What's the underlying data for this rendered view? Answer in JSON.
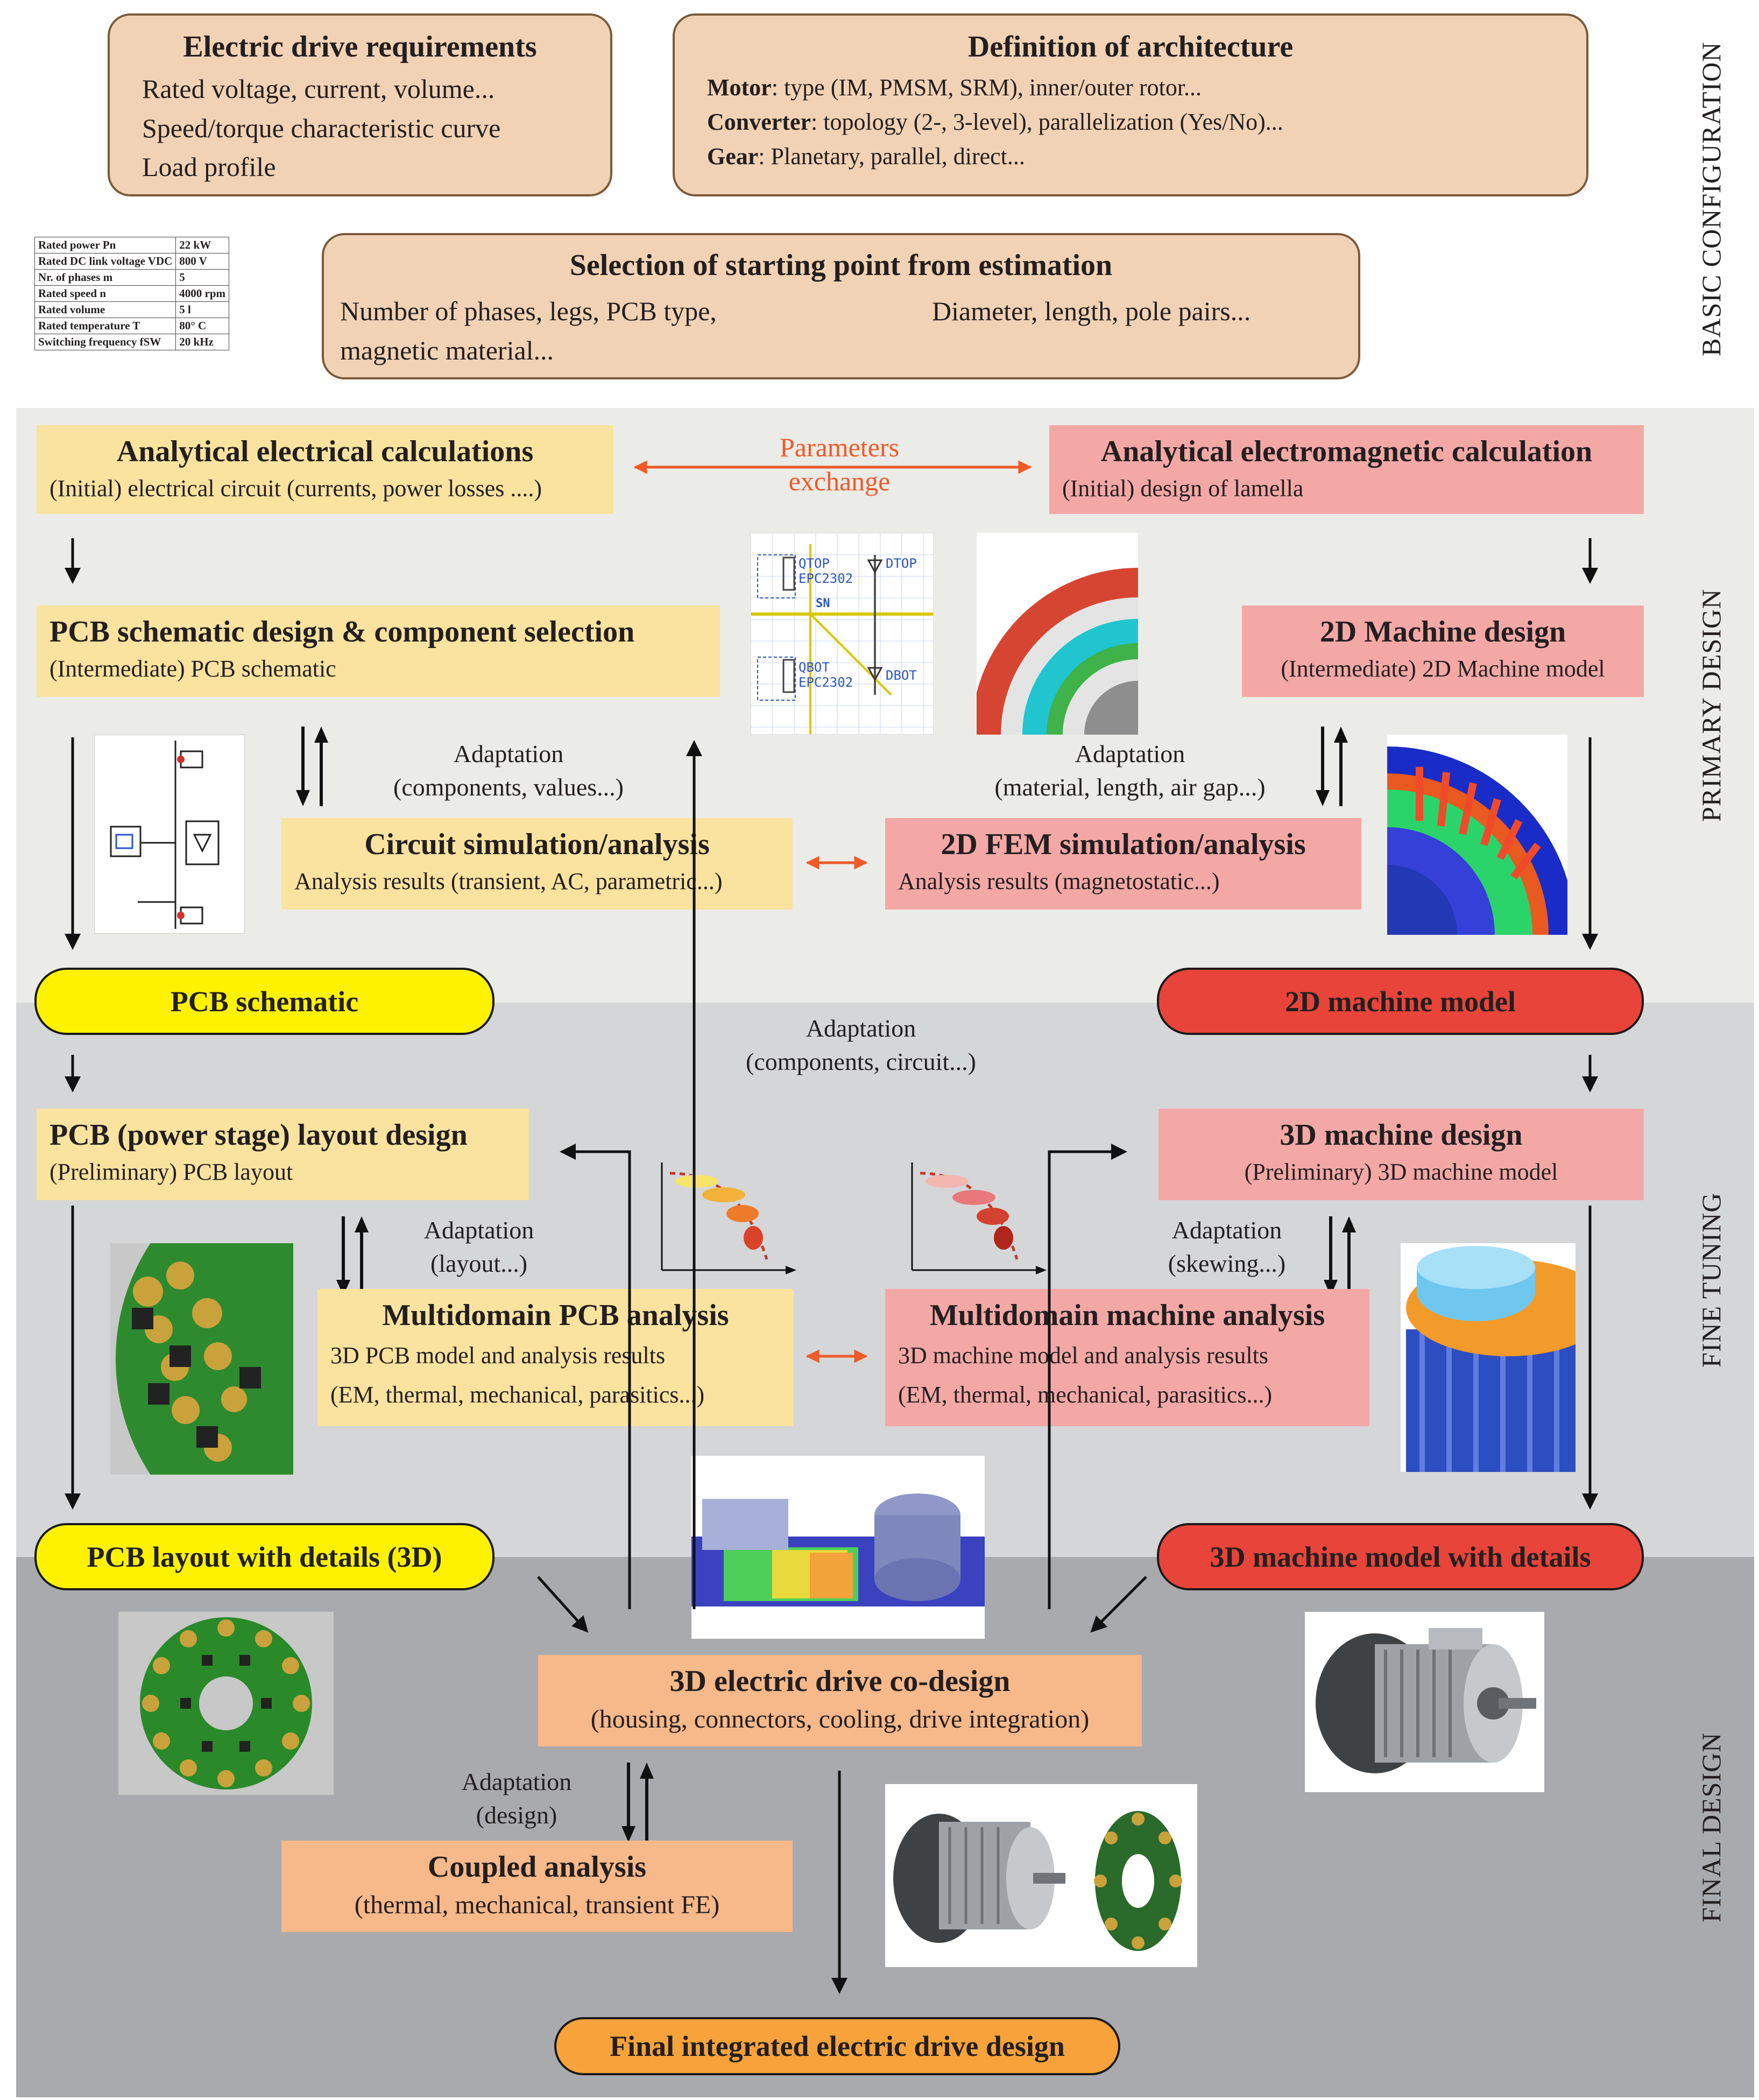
{
  "sections": {
    "basic": "BASIC CONFIGURATION",
    "primary": "PRIMARY DESIGN",
    "fine": "FINE TUNING",
    "final": "FINAL DESIGN"
  },
  "basic": {
    "requirements": {
      "title": "Electric drive requirements",
      "lines": [
        "Rated voltage, current, volume...",
        "Speed/torque characteristic curve",
        "Load profile"
      ]
    },
    "architecture": {
      "title": "Definition of architecture",
      "motor_label": "Motor",
      "motor_text": ": type (IM, PMSM, SRM), inner/outer rotor...",
      "converter_label": "Converter",
      "converter_text": ": topology (2-, 3-level), parallelization (Yes/No)...",
      "gear_label": "Gear",
      "gear_text": ": Planetary, parallel, direct..."
    },
    "starting_point": {
      "title": "Selection of starting point from estimation",
      "left1": "Number of phases, legs, PCB type,",
      "left2": "magnetic material...",
      "right1": "Diameter, length, pole pairs..."
    },
    "spec_table": [
      [
        "Rated power Pn",
        "22 kW"
      ],
      [
        "Rated DC link voltage VDC",
        "800 V"
      ],
      [
        "Nr. of phases m",
        "5"
      ],
      [
        "Rated speed n",
        "4000 rpm"
      ],
      [
        "Rated volume",
        "5 l"
      ],
      [
        "Rated temperature T",
        "80° C"
      ],
      [
        "Switching frequency fSW",
        "20 kHz"
      ]
    ]
  },
  "primary": {
    "elec_calc": {
      "title": "Analytical electrical calculations",
      "sub": "(Initial) electrical circuit (currents, power losses ....)"
    },
    "em_calc": {
      "title": "Analytical electromagnetic calculation",
      "sub": "(Initial) design of lamella"
    },
    "param_exchange": {
      "line1": "Parameters",
      "line2": "exchange"
    },
    "pcb_schematic_design": {
      "title": "PCB schematic design & component selection",
      "sub": "(Intermediate) PCB schematic"
    },
    "machine_2d_design": {
      "title": "2D Machine design",
      "sub": "(Intermediate) 2D Machine model"
    },
    "adapt_left": {
      "line1": "Adaptation",
      "line2": "(components, values...)"
    },
    "adapt_right": {
      "line1": "Adaptation",
      "line2": "(material, length, air gap...)"
    },
    "circuit_sim": {
      "title": "Circuit simulation/analysis",
      "sub": "Analysis results (transient, AC, parametric...)"
    },
    "fem_sim": {
      "title": "2D FEM simulation/analysis",
      "sub": "Analysis results (magnetostatic...)"
    },
    "pcb_schematic": "PCB schematic",
    "machine_2d_model": "2D machine model",
    "schematic_labels": {
      "qtop": "QTOP",
      "epc_top": "EPC2302",
      "dtop": "DTOP",
      "sn": "SN",
      "qbot": "QBOT",
      "epc_bot": "EPC2302",
      "dbot": "DBOT"
    }
  },
  "fine": {
    "adapt_center": {
      "line1": "Adaptation",
      "line2": "(components, circuit...)"
    },
    "pcb_layout_design": {
      "title": "PCB (power stage) layout design",
      "sub": "(Preliminary) PCB layout"
    },
    "machine_3d_design": {
      "title": "3D machine design",
      "sub": "(Preliminary) 3D machine model"
    },
    "adapt_left": {
      "line1": "Adaptation",
      "line2": "(layout...)"
    },
    "adapt_right": {
      "line1": "Adaptation",
      "line2": "(skewing...)"
    },
    "pcb_analysis": {
      "title": "Multidomain PCB analysis",
      "sub1": "3D PCB model and analysis results",
      "sub2": "(EM, thermal, mechanical, parasitics...)"
    },
    "machine_analysis": {
      "title": "Multidomain machine analysis",
      "sub1": "3D machine model and analysis results",
      "sub2": "(EM, thermal, mechanical, parasitics...)"
    },
    "pcb_layout_3d": "PCB layout with details (3D)",
    "machine_3d_details": "3D machine model with details"
  },
  "final": {
    "codesign": {
      "title": "3D electric drive co-design",
      "sub": "(housing, connectors, cooling, drive integration)"
    },
    "adapt": {
      "line1": "Adaptation",
      "line2": "(design)"
    },
    "coupled": {
      "title": "Coupled analysis",
      "sub": "(thermal, mechanical, transient FE)"
    },
    "result": "Final integrated electric drive design"
  },
  "colors": {
    "tan": "#f2d2b4",
    "yellow_box": "#fae29f",
    "pink_box": "#f4a8a6",
    "orange_box": "#f7b88a",
    "pill_yellow": "#fff200",
    "pill_red": "#e8443a",
    "pill_orange": "#f7a23a",
    "exchange_arrow": "#ef5a28"
  }
}
